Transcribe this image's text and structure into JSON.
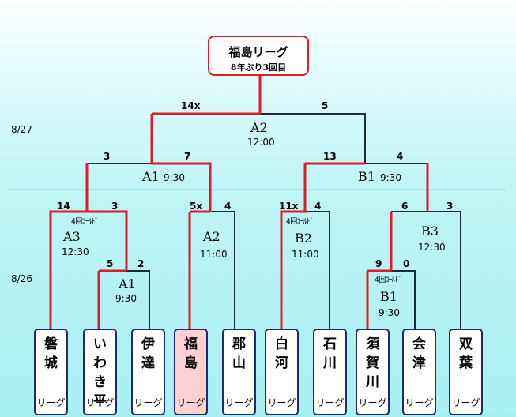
{
  "champion": {
    "name": "福島リーグ",
    "note": "8年ぶり3回目"
  },
  "dates": {
    "final": "8/27",
    "first": "8/26"
  },
  "matches": [
    {
      "id": "A2_final",
      "code": "A2",
      "time": "12:00"
    },
    {
      "id": "A1_semi",
      "code": "A1",
      "time": "9:30"
    },
    {
      "id": "B1_semi",
      "code": "B1",
      "time": "9:30"
    },
    {
      "id": "A3",
      "code": "A3",
      "time": "12:30",
      "note": "4回ｺｰﾙﾄﾞ"
    },
    {
      "id": "A1_first",
      "code": "A1",
      "time": "9:30"
    },
    {
      "id": "A2_first",
      "code": "A2",
      "time": "11:00"
    },
    {
      "id": "B2",
      "code": "B2",
      "time": "11:00",
      "note": "4回ｺｰﾙﾄﾞ"
    },
    {
      "id": "B3",
      "code": "B3",
      "time": "12:30"
    },
    {
      "id": "B1_first",
      "code": "B1",
      "time": "9:30",
      "note": "4回ｺｰﾙﾄﾞ"
    }
  ],
  "scores": {
    "final_left": "14x",
    "final_right": "5",
    "a1s_left": "3",
    "a1s_right": "7",
    "b1s_left": "13",
    "b1s_right": "4",
    "a3_left": "14",
    "a3_right": "3",
    "a1f_left": "5",
    "a1f_right": "2",
    "a2f_left": "5x",
    "a2f_right": "4",
    "b2_left": "11x",
    "b2_right": "4",
    "b3_left": "6",
    "b3_right": "3",
    "b1f_left": "9",
    "b1f_right": "0"
  },
  "teams": [
    {
      "name": "磐城",
      "league": "リーグ"
    },
    {
      "name": "いわき平",
      "league": "リーグ"
    },
    {
      "name": "伊達",
      "league": "リーグ"
    },
    {
      "name": "福島",
      "league": "リーグ",
      "champion": true
    },
    {
      "name": "郡山",
      "league": "リーグ"
    },
    {
      "name": "白河",
      "league": "リーグ"
    },
    {
      "name": "石川",
      "league": "リーグ"
    },
    {
      "name": "須賀川",
      "league": "リーグ"
    },
    {
      "name": "会津",
      "league": "リーグ"
    },
    {
      "name": "双葉",
      "league": "リーグ"
    }
  ],
  "colors": {
    "winner_line": "#e01c24",
    "loser_line": "#1a2a40",
    "champion_box_fill": "#ffd0d0"
  }
}
